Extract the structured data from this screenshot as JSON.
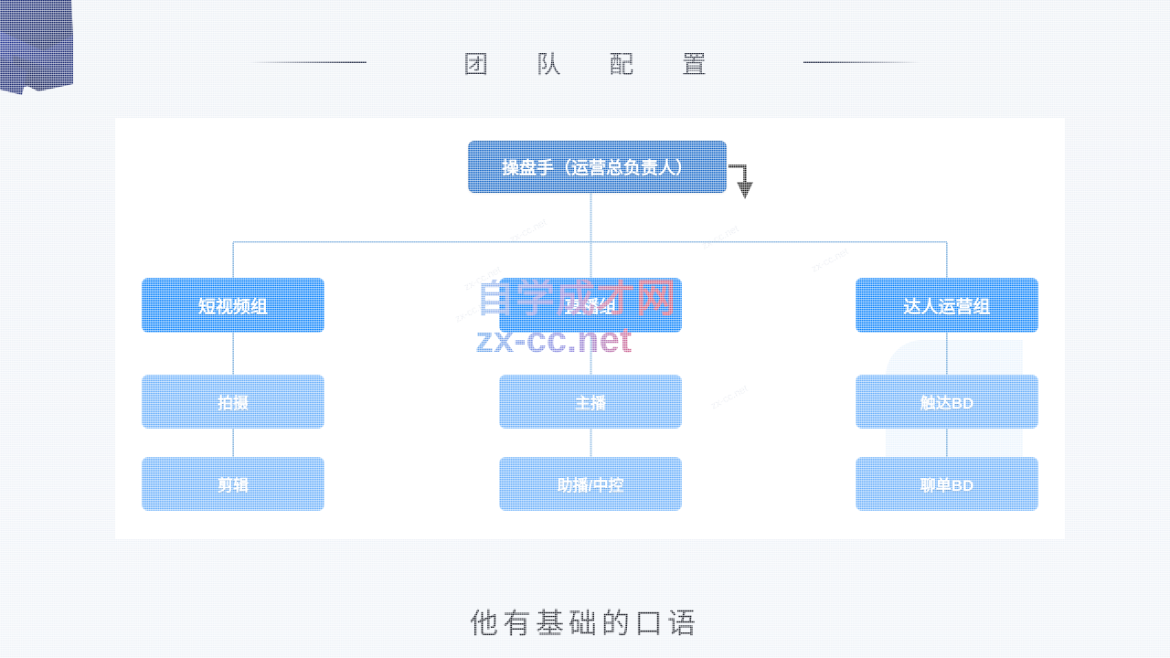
{
  "slide": {
    "title": "团  队  配  置",
    "caption": "他有基础的口语",
    "background_color": "#eef2f7",
    "panel_color": "#ffffff"
  },
  "colors": {
    "root_node": "#1567c8",
    "group_node": "#0680fb",
    "leaf_node": "#67aefa",
    "connector": "#6ba4d8",
    "corner_ribbon": "#13246b",
    "title_text": "#1d2433"
  },
  "watermark": {
    "line1": "自学成才网",
    "line2": "zx-cc.net",
    "tile": "zx-cc.net"
  },
  "chart_data": {
    "type": "diagram",
    "title": "团  队  配  置",
    "root": {
      "label": "操盘手（运营总负责人）"
    },
    "branches": [
      {
        "label": "短视频组",
        "children": [
          {
            "label": "拍摄"
          },
          {
            "label": "剪辑"
          }
        ]
      },
      {
        "label": "直播组",
        "children": [
          {
            "label": "主播"
          },
          {
            "label": "助播/中控"
          }
        ]
      },
      {
        "label": "达人运营组",
        "children": [
          {
            "label": "触达BD"
          },
          {
            "label": "聊单BD"
          }
        ]
      }
    ]
  }
}
